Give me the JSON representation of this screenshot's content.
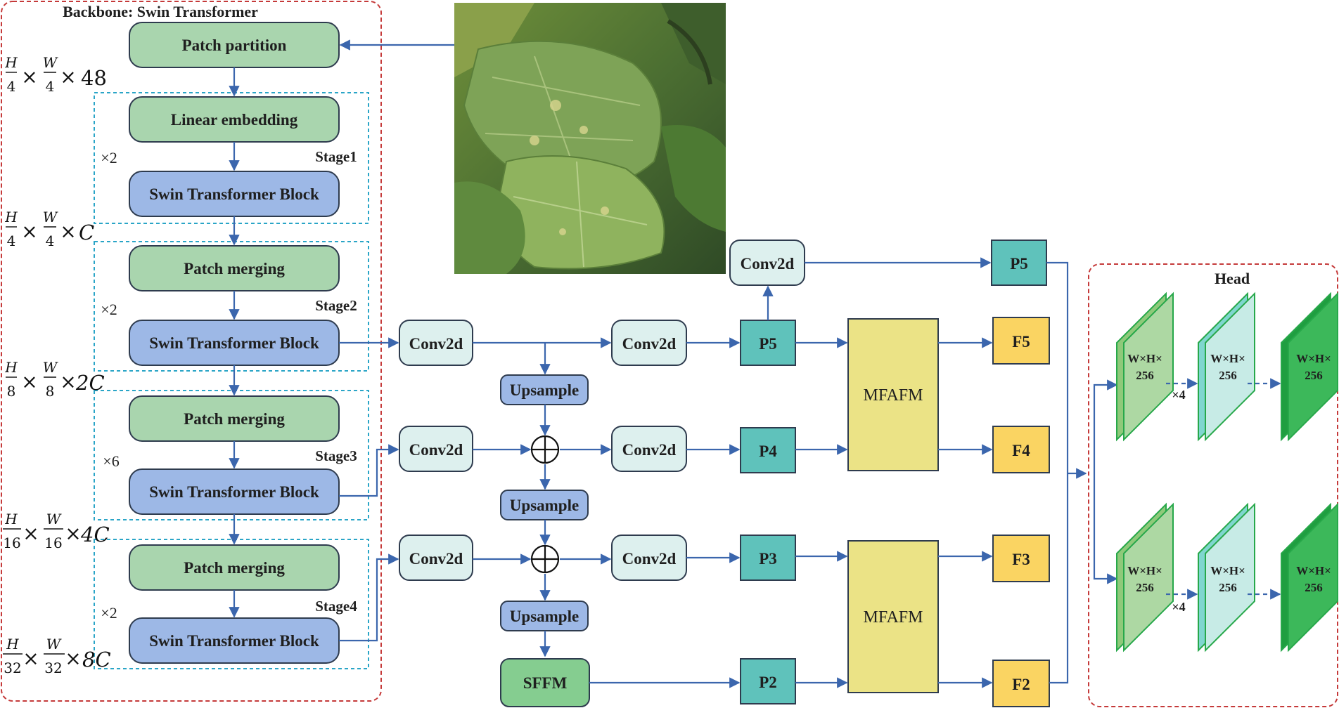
{
  "backbone": {
    "title": "Backbone: Swin Transformer",
    "patch_partition": "Patch partition",
    "linear_embedding": "Linear embedding",
    "swin_block": "Swin Transformer Block",
    "patch_merging": "Patch merging",
    "stages": [
      "Stage1",
      "Stage2",
      "Stage3",
      "Stage4"
    ],
    "repeats": [
      "×2",
      "×2",
      "×6",
      "×2"
    ],
    "dims": [
      {
        "num": "H",
        "den": "4",
        "num2": "W",
        "den2": "4",
        "suffix": "48"
      },
      {
        "num": "H",
        "den": "4",
        "num2": "W",
        "den2": "4",
        "suffix": "C"
      },
      {
        "num": "H",
        "den": "8",
        "num2": "W",
        "den2": "8",
        "suffix": "2C"
      },
      {
        "num": "H",
        "den": "16",
        "num2": "W",
        "den2": "16",
        "suffix": "4C"
      },
      {
        "num": "H",
        "den": "32",
        "num2": "W",
        "den2": "32",
        "suffix": "8C"
      }
    ]
  },
  "neck": {
    "conv2d": "Conv2d",
    "upsample": "Upsample",
    "sffm": "SFFM",
    "mfafm": "MFAFM",
    "p_nodes": [
      "P5",
      "P4",
      "P3",
      "P2"
    ],
    "p5_top": "P5",
    "f_nodes": [
      "F5",
      "F4",
      "F3",
      "F2"
    ]
  },
  "head": {
    "title": "Head",
    "feature_line1": "W×H×",
    "feature_line2": "256",
    "repeat": "×4"
  },
  "colors": {
    "green_block": "#a9d5ae",
    "blue_block": "#9db8e6",
    "conv_block": "#ddf0ee",
    "p_block": "#5fc2bb",
    "f_block": "#fad462",
    "mfafm_block": "#ebe386",
    "sffm_block": "#85cd90",
    "edge": "#3b66ad",
    "red_border": "#c53a3a",
    "cyan_border": "#2aa5c7"
  },
  "photo": {
    "icon": "cucumber-leaf-photo"
  }
}
